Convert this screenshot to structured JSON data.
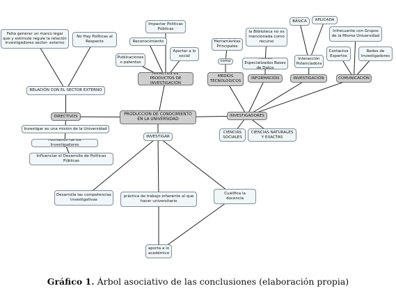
{
  "nodes": {
    "root": "PRODUCCION DE CONOCIMIENTO EN LA UNIVERSIDAD",
    "directivos": "DIRECTIVOS",
    "relacion_sector": "RELACIÓN CON EL SECTOR EXTERNO",
    "falta_marco": "Falta generar un marco legal que y estimule regule la relación investigadores sector- externo",
    "no_politicas": "No Hay Políticas al Respecto",
    "investigar_mision": "Investigar es una misión de la Universidad",
    "formacion": "Formación de los Investigadores",
    "influenciar": "Influenciar el Desarrollo de Políticas Públicas",
    "investigar": "INVESTIGAR",
    "desarrolla": "Desarrolla las competencias investigativas",
    "practica": "práctica de trabajo inherente al que hacer universitario",
    "cualifica": "Cualifica la docencia",
    "aporta": "aporta a lo académico",
    "impactos": "IMPACTOS DE PRODUCTOS DE INVESTIGACIÓN",
    "impactar_politicas": "Impactar Politicas Públicas",
    "reconocimiento": "Reconocimiento",
    "publicaciones": "Publicaciones o patentes",
    "aportar_social": "Aportar a lo social",
    "investigadores": "INVESTIGADORES",
    "ciencias_sociales": "CIENCIAS SOCIALES",
    "ciencias_naturales": "CIENCIAS NATURALES Y EXACTAS",
    "medios": "MEDIOS TECNOLOGICOS",
    "como": "como",
    "herramientas": "Herramientas Principales",
    "informacion": "INFORMACIÓN",
    "medios_especializados": "Medios Especializados Bases de Datos",
    "biblioteca": "la Biblioteca no es mencionada como recurso",
    "investigacion": "INVESTIGACIÓN",
    "interaccion": "Interacción Potenciadora",
    "basica": "BÁSICA",
    "aplicada": "APLICADA",
    "comunicacion": "COMUNICACIÓN",
    "contactos": "Contactos Expertos",
    "redes": "Redes de Investigadores",
    "infrecuente": "Infrecuente con Grupos de la Misma Universidad"
  },
  "caption": {
    "label": "Gráfico 1.",
    "text": " Árbol asociativo de las conclusiones (elaboración propia)"
  }
}
